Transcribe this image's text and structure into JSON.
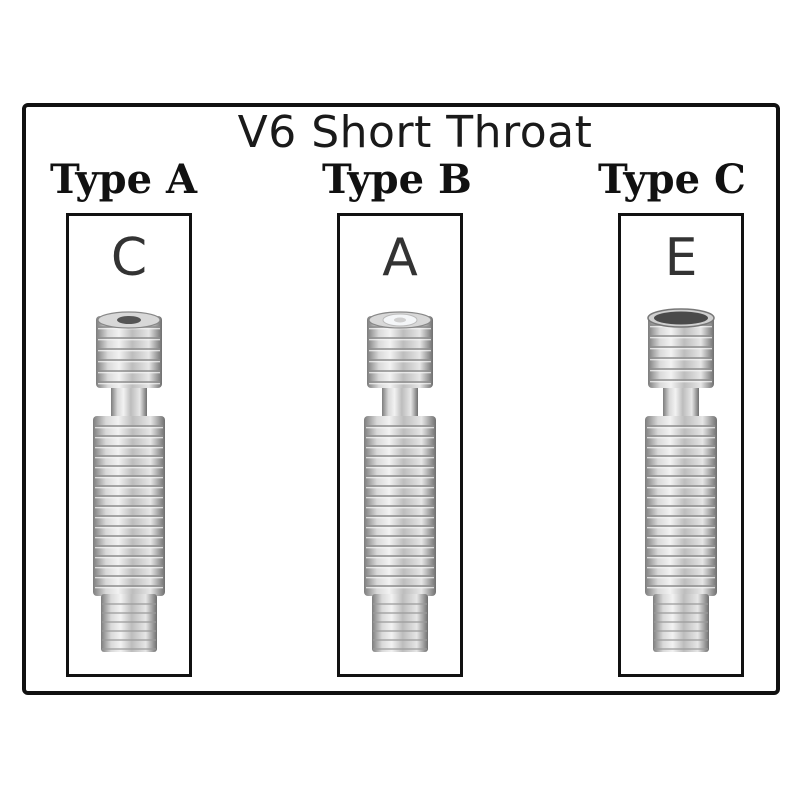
{
  "title": "V6 Short  Throat",
  "types": [
    {
      "label": "Type A",
      "code": "C",
      "top_style": "ptfe-none"
    },
    {
      "label": "Type B",
      "code": "A",
      "top_style": "ptfe-white"
    },
    {
      "label": "Type C",
      "code": "E",
      "top_style": "wide-bore"
    }
  ],
  "colors": {
    "border": "#111111",
    "metal_light": "#f2f2f2",
    "metal_dark": "#8a8a8a",
    "ptfe": "#f4f6f8"
  }
}
